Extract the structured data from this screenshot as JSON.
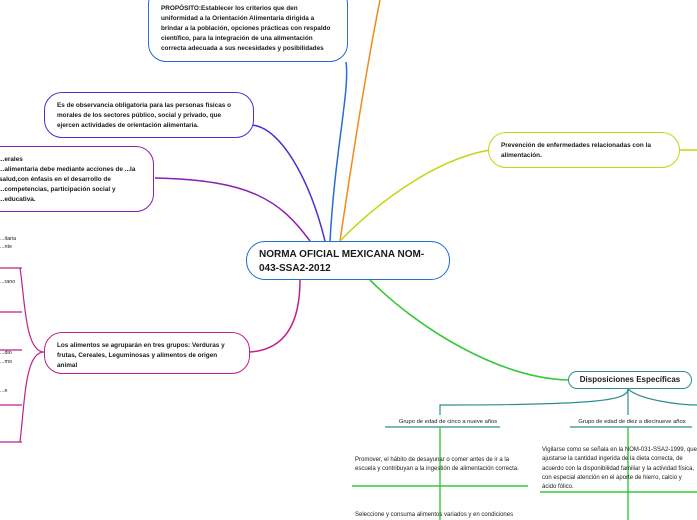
{
  "central": {
    "title": "NORMA OFICIAL MEXICANA NOM-043-SSA2-2012"
  },
  "branches": {
    "proposito": "PROPÓSITO:Establecer los criterios que den uniformidad a la Orientación Alimentaria dirigida a brindar a la población, opciones prácticas con respaldo científico, para la integración de una alimentación correcta adecuada a sus necesidades y posibilidades",
    "observancia": "Es de observancia obligatoria para las personas físicas o morales de los sectores público, social y privado, que ejercen actividades de orientación alimentaria.",
    "generales_title": "...erales",
    "generales_body": "...alimentaria debe mediante acciones de ...la salud,con énfasis en el desarrollo de ...competencias, participación social y ...educativa.",
    "alimentos": "Los alimentos se agruparán en tres grupos: Verduras y frutas, Cereales, Leguminosas y alimentos de origen animal",
    "prevencion": "Prevención de enfermedades relacionadas con la alimentación.",
    "disposiciones": "Disposiciones Específicas"
  },
  "grupos": {
    "g1": {
      "label": "Grupo de edad de cinco a nueve años",
      "text1": "Promover, el hábito de desayunar o comer antes de ir a la escuela y contribuyan a la ingestión de alimentación correcta.",
      "text2": "Seleccione y consuma alimentos variados y en condiciones"
    },
    "g2": {
      "label": "Grupo de edad de diez a diecinueve años",
      "text1": "Vigilarse como se señala en la NOM-031-SSA2-1999, que ajustarse la cantidad ingerida de la dieta correcta, de acuerdo con la disponibilidad familiar y la actividad física, con especial atención en el aporte de hierro, calcio y ácido fólico."
    }
  },
  "left_fragments": [
    "...itaria",
    "...nte",
    "...rano",
    "...dio",
    "...mo",
    "...e"
  ],
  "colors": {
    "central": "#1f6fd1",
    "proposito": "#2a6bd6",
    "observancia": "#4b2fd4",
    "generales": "#8a1fb0",
    "alimentos": "#c0208a",
    "prevencion": "#c6d40f",
    "disposiciones": "#36c93a",
    "top": "#f08a1a",
    "teal": "#2f8d8d"
  }
}
